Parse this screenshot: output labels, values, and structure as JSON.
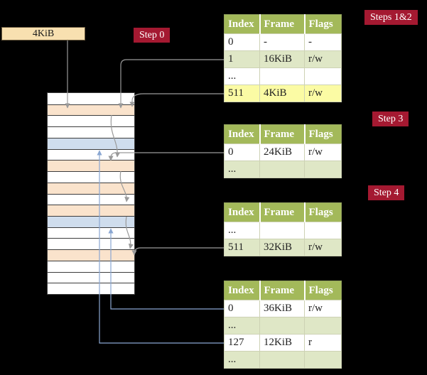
{
  "colors": {
    "background": "#000000",
    "badge_bg": "#a41931",
    "badge_text": "#ffffff",
    "table_header_bg": "#a3b95a",
    "table_row_alt": "#dfe7c6",
    "highlight_row": "#fbfba4",
    "frame_box_bg": "#f8e0b0",
    "mem_table_frame": "#fae3cc",
    "mem_mapped_frame": "#cfdded",
    "arrow_gray": "#9a9a9a",
    "arrow_blue": "#8aa7d2"
  },
  "frame_box": {
    "label": "4KiB"
  },
  "labels": {
    "step0": "Step 0",
    "steps12": "Steps 1&2",
    "step3": "Step 3",
    "step4": "Step 4"
  },
  "memory": {
    "row_types": [
      "plain",
      "page-table",
      "plain",
      "plain",
      "mapped-frame",
      "plain",
      "page-table",
      "plain",
      "page-table",
      "plain",
      "page-table",
      "mapped-frame",
      "plain",
      "plain",
      "page-table",
      "plain",
      "plain",
      "plain"
    ]
  },
  "tables": [
    {
      "headers": [
        "Index",
        "Frame",
        "Flags"
      ],
      "rows": [
        [
          "0",
          "-",
          "-"
        ],
        [
          "1",
          "16KiB",
          "r/w"
        ],
        [
          "...",
          "",
          ""
        ],
        [
          "511",
          "4KiB",
          "r/w"
        ]
      ]
    },
    {
      "headers": [
        "Index",
        "Frame",
        "Flags"
      ],
      "rows": [
        [
          "0",
          "24KiB",
          "r/w"
        ],
        [
          "...",
          "",
          ""
        ]
      ]
    },
    {
      "headers": [
        "Index",
        "Frame",
        "Flags"
      ],
      "rows": [
        [
          "...",
          "",
          ""
        ],
        [
          "511",
          "32KiB",
          "r/w"
        ]
      ]
    },
    {
      "headers": [
        "Index",
        "Frame",
        "Flags"
      ],
      "rows": [
        [
          "0",
          "36KiB",
          "r/w"
        ],
        [
          "...",
          "",
          ""
        ],
        [
          "127",
          "12KiB",
          "r"
        ],
        [
          "...",
          "",
          ""
        ]
      ]
    }
  ]
}
